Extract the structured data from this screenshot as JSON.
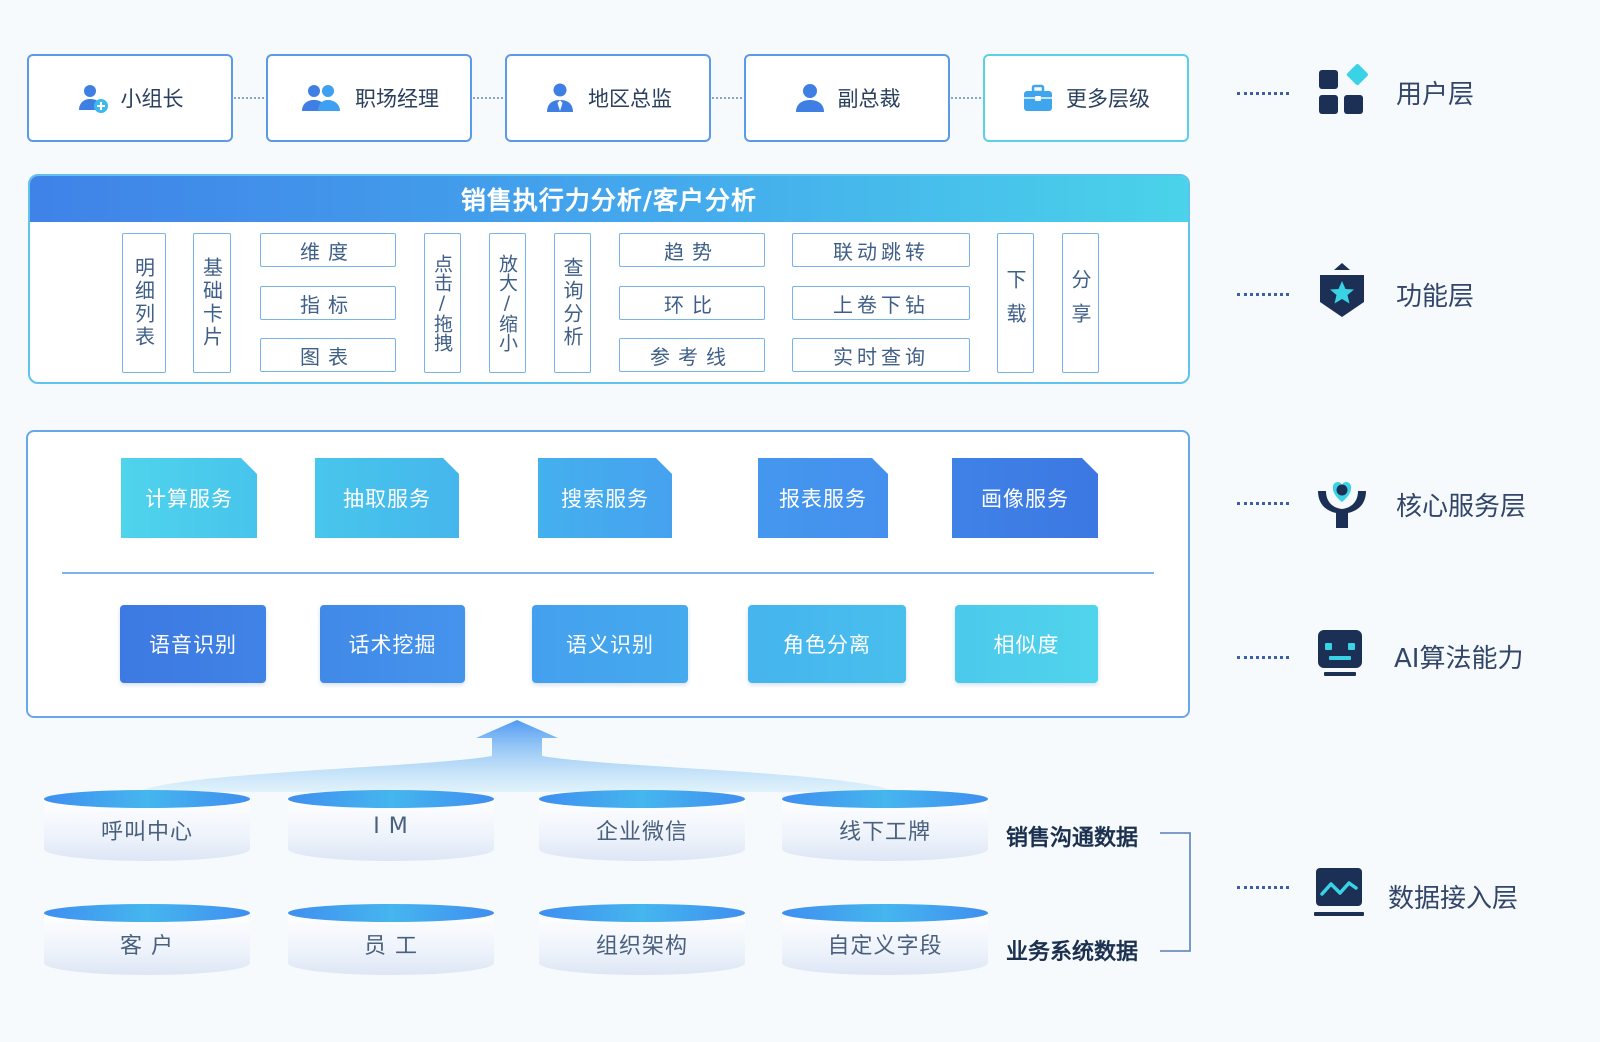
{
  "user_layer": {
    "items": [
      {
        "label": "小组长",
        "icon": "user-add-icon"
      },
      {
        "label": "职场经理",
        "icon": "user-group-icon"
      },
      {
        "label": "地区总监",
        "icon": "user-tie-icon"
      },
      {
        "label": "副总裁",
        "icon": "user-icon"
      },
      {
        "label": "更多层级",
        "icon": "briefcase-icon"
      }
    ]
  },
  "function_layer": {
    "title": "销售执行力分析/客户分析",
    "vertical_items": [
      "明细列表",
      "基础卡片",
      "点击/拖拽",
      "放大/缩小",
      "查询分析",
      "下载",
      "分享"
    ],
    "group1": [
      "维度",
      "指标",
      "图表"
    ],
    "group2": [
      "趋势",
      "环比",
      "参考线"
    ],
    "group3": [
      "联动跳转",
      "上卷下钻",
      "实时查询"
    ]
  },
  "core_layer": {
    "services": [
      "计算服务",
      "抽取服务",
      "搜索服务",
      "报表服务",
      "画像服务"
    ],
    "ai": [
      "语音识别",
      "话术挖掘",
      "语义识别",
      "角色分离",
      "相似度"
    ]
  },
  "data_layer": {
    "row1": [
      "呼叫中心",
      "I M",
      "企业微信",
      "线下工牌"
    ],
    "row2": [
      "客 户",
      "员 工",
      "组织架构",
      "自定义字段"
    ],
    "row1_label": "销售沟通数据",
    "row2_label": "业务系统数据"
  },
  "layers": [
    {
      "name": "用户层",
      "icon": "grid-icon"
    },
    {
      "name": "功能层",
      "icon": "star-shield-icon"
    },
    {
      "name": "核心服务层",
      "icon": "heart-hands-icon"
    },
    {
      "name": "AI算法能力",
      "icon": "robot-icon"
    },
    {
      "name": "数据接入层",
      "icon": "monitor-chart-icon"
    }
  ],
  "colors": {
    "primary_blue": "#3f7fe4",
    "cyan": "#4ad3ea",
    "dark_navy": "#1c2f54",
    "border_blue": "#5b9ae9"
  }
}
